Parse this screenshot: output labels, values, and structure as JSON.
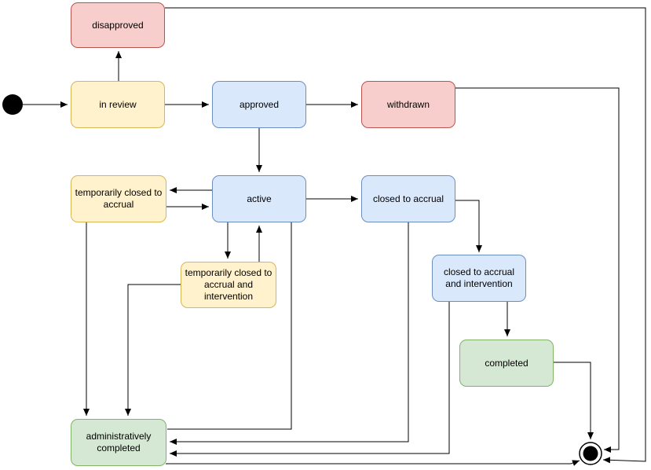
{
  "diagram": {
    "type": "state-machine",
    "palette": {
      "yellow_fill": "#FFF2CC",
      "yellow_stroke": "#D6B656",
      "blue_fill": "#DAE8FC",
      "blue_stroke": "#6C8EBF",
      "red_fill": "#F8CECC",
      "red_stroke": "#B85450",
      "green_fill": "#D5E8D4",
      "green_stroke": "#82B366",
      "edge_color": "#000000",
      "text_color": "#000000",
      "background": "#ffffff"
    },
    "markers": {
      "initial_state": "filled-black-circle",
      "final_state": "ringed-black-circle"
    }
  },
  "states": [
    {
      "id": "disapproved",
      "label": "disapproved",
      "color": "red"
    },
    {
      "id": "in-review",
      "label": "in review",
      "color": "yellow"
    },
    {
      "id": "approved",
      "label": "approved",
      "color": "blue"
    },
    {
      "id": "withdrawn",
      "label": "withdrawn",
      "color": "red"
    },
    {
      "id": "temporarily-closed-to-accrual",
      "label": "temporarily closed to accrual",
      "color": "yellow"
    },
    {
      "id": "active",
      "label": "active",
      "color": "blue"
    },
    {
      "id": "closed-to-accrual",
      "label": "closed to accrual",
      "color": "blue"
    },
    {
      "id": "temporarily-closed-to-accrual-and-intervention",
      "label": "temporarily closed to accrual and intervention",
      "color": "yellow"
    },
    {
      "id": "closed-to-accrual-and-intervention",
      "label": "closed to accrual and intervention",
      "color": "blue"
    },
    {
      "id": "completed",
      "label": "completed",
      "color": "green"
    },
    {
      "id": "administratively-completed",
      "label": "administratively completed",
      "color": "green"
    }
  ],
  "edges": [
    {
      "from": "initial",
      "to": "in review"
    },
    {
      "from": "in review",
      "to": "disapproved"
    },
    {
      "from": "in review",
      "to": "approved"
    },
    {
      "from": "approved",
      "to": "withdrawn"
    },
    {
      "from": "approved",
      "to": "active"
    },
    {
      "from": "active",
      "to": "temporarily closed to accrual"
    },
    {
      "from": "temporarily closed to accrual",
      "to": "active"
    },
    {
      "from": "active",
      "to": "temporarily closed to accrual and intervention"
    },
    {
      "from": "temporarily closed to accrual and intervention",
      "to": "active"
    },
    {
      "from": "active",
      "to": "closed to accrual"
    },
    {
      "from": "active",
      "to": "administratively completed"
    },
    {
      "from": "closed to accrual",
      "to": "closed to accrual and intervention"
    },
    {
      "from": "closed to accrual",
      "to": "administratively completed"
    },
    {
      "from": "closed to accrual and intervention",
      "to": "completed"
    },
    {
      "from": "closed to accrual and intervention",
      "to": "administratively completed"
    },
    {
      "from": "temporarily closed to accrual",
      "to": "administratively completed"
    },
    {
      "from": "temporarily closed to accrual and intervention",
      "to": "administratively completed"
    },
    {
      "from": "completed",
      "to": "final"
    },
    {
      "from": "withdrawn",
      "to": "final"
    },
    {
      "from": "disapproved",
      "to": "final"
    },
    {
      "from": "administratively completed",
      "to": "final"
    }
  ]
}
